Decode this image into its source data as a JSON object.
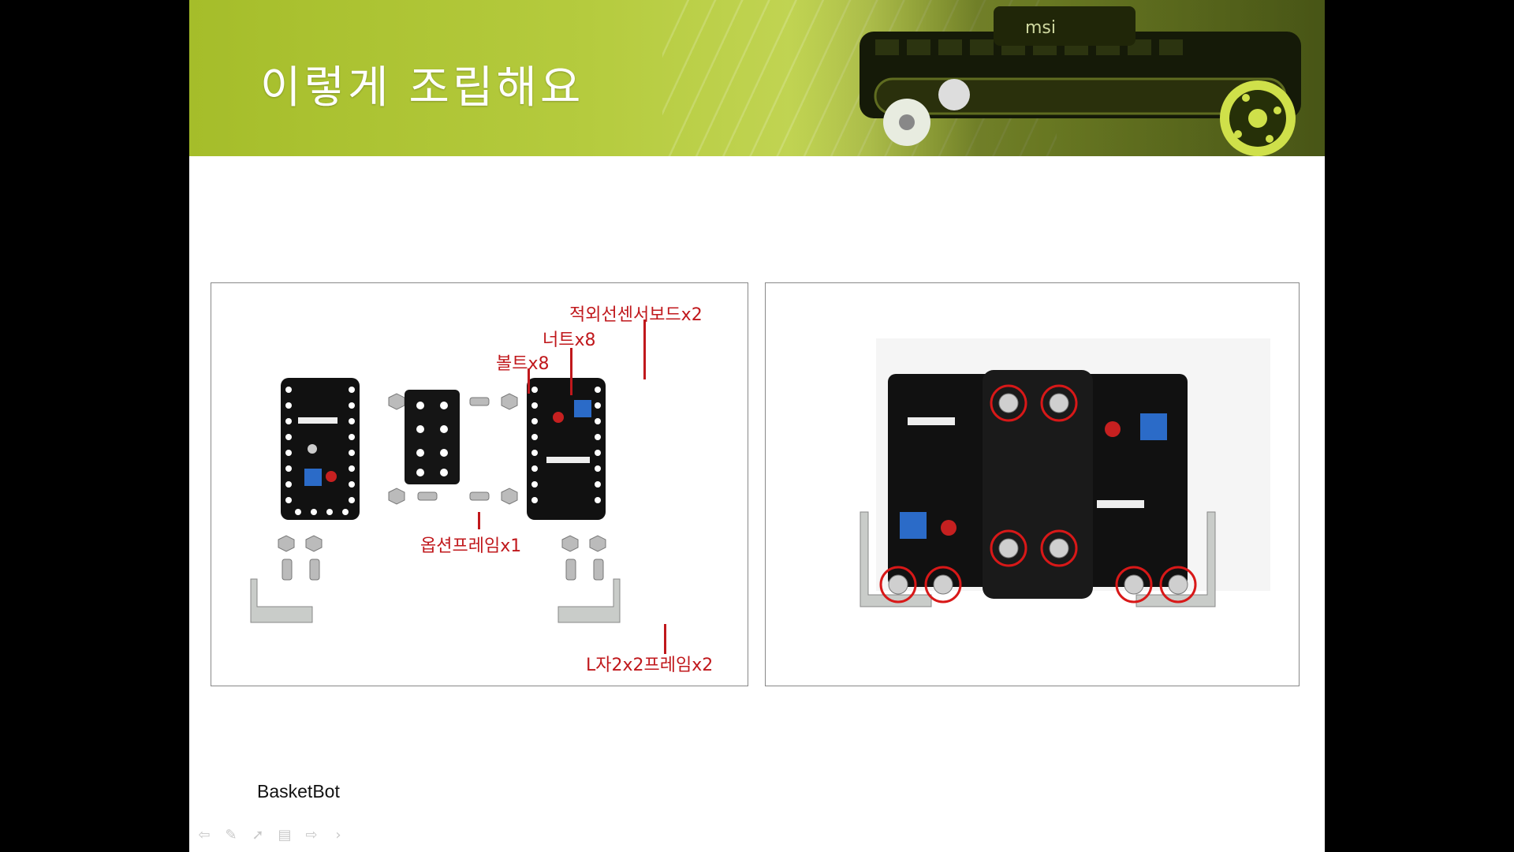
{
  "slide": {
    "title": "이렇게 조립해요",
    "footer": "BasketBot"
  },
  "left_photo": {
    "labels": {
      "sensor_board": "적외선센서보드x2",
      "nut": "너트x8",
      "bolt": "볼트x8",
      "option_frame": "옵션프레임x1",
      "l_frame": "L자2x2프레임x2"
    }
  },
  "colors": {
    "banner_green": "#a5bd2a",
    "label_red": "#c0181c",
    "pcb_black": "#111111"
  },
  "nav_icons": [
    "arrow-left-icon",
    "pen-icon",
    "pointer-icon",
    "menu-icon",
    "arrow-right-icon",
    "chevron-right-icon"
  ]
}
